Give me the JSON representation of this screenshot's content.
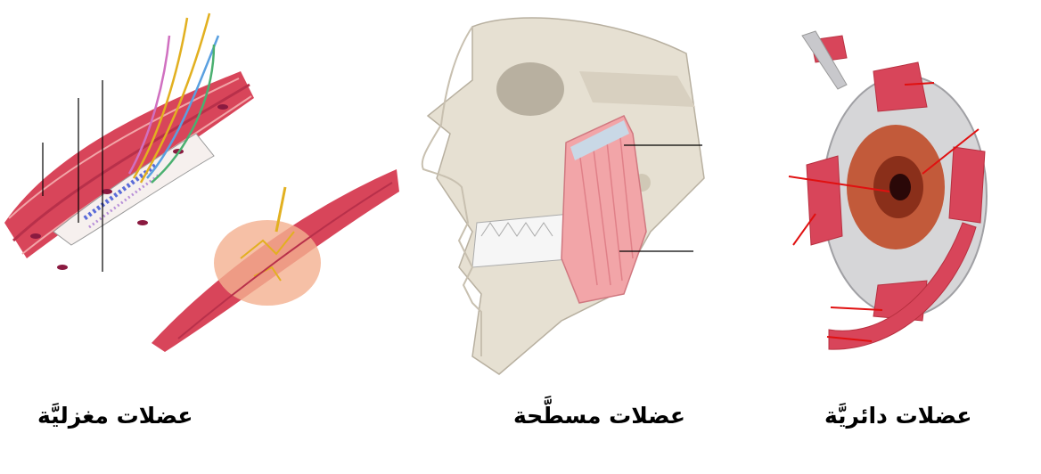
{
  "panels": [
    {
      "caption": "عضلات مغزليَّة"
    },
    {
      "caption": "عضلات مسطَّحة"
    },
    {
      "caption": "عضلات دائريَّة"
    }
  ],
  "colors": {
    "muscle_red": "#d8455a",
    "muscle_light": "#f2a5a8",
    "bone": "#e6e0d2",
    "eye_white": "#d6d6d8",
    "iris": "#c25a3a",
    "pointer_red": "#e01010",
    "nerve_yellow": "#e2b020"
  }
}
